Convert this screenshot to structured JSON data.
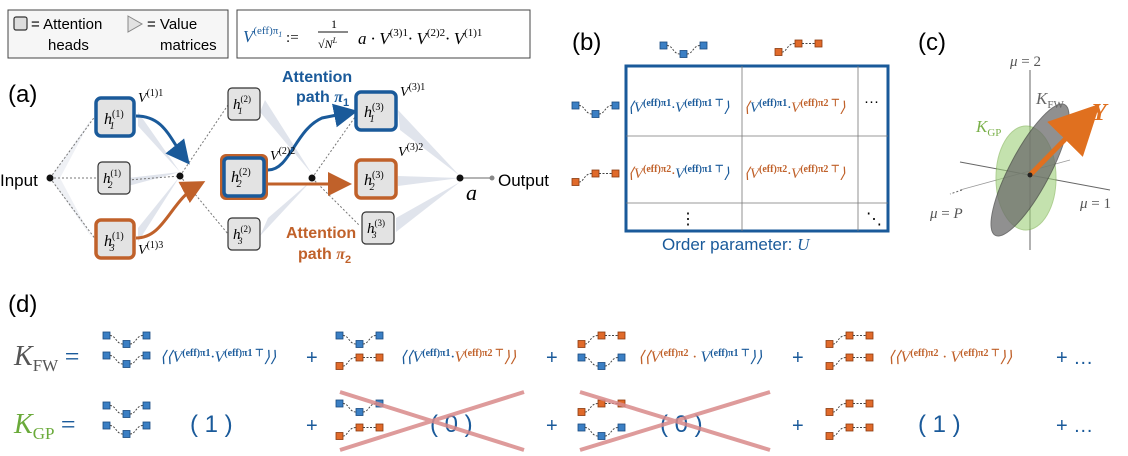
{
  "legend": {
    "attention_heads": "= Attention\nheads",
    "value_matrices": "= Value\nmatrices"
  },
  "formula": {
    "lhs": "V(eff)π1 :=",
    "frac_num": "1",
    "frac_den": "√NL",
    "rhs": "a · V(3)1· V(2)2· V(1)1"
  },
  "panel_a": {
    "label": "(a)",
    "input": "Input",
    "output": "Output",
    "output_symbol": "a",
    "heads": [
      "h1(1)",
      "h2(1)",
      "h3(1)",
      "h1(2)",
      "h2(2)",
      "h3(2)",
      "h1(3)",
      "h2(3)",
      "h3(3)"
    ],
    "v_labels": [
      "V(1)1",
      "V(1)3",
      "V(2)2",
      "V(3)1",
      "V(3)2"
    ],
    "path1_label": [
      "Attention",
      "path π1"
    ],
    "path2_label": [
      "Attention",
      "path π2"
    ]
  },
  "panel_b": {
    "label": "(b)",
    "cells": [
      [
        "⟨V(eff)π1·V(eff)π1 ⊤⟩",
        "⟨V(eff)π1·V(eff)π2 ⊤⟩",
        "···"
      ],
      [
        "⟨V(eff)π2·V(eff)π1 ⊤⟩",
        "⟨V(eff)π2·V(eff)π2 ⊤⟩",
        ""
      ],
      [
        "⋮",
        "",
        "⋱"
      ]
    ],
    "caption": "Order parameter: U"
  },
  "panel_c": {
    "label": "(c)",
    "mu2": "μ = 2",
    "mu1": "μ = 1",
    "muP": "μ = P",
    "kfw": "KFW",
    "kgp": "KGP",
    "y": "Y"
  },
  "panel_d": {
    "label": "(d)",
    "kfw": "KFW",
    "kgp": "KGP",
    "equals": "=",
    "plus": "+",
    "ellipsis": "+ …",
    "kfw_terms": [
      "⟨V(eff)π1·V(eff)π1 ⊤⟩",
      "⟨V(eff)π1·V(eff)π2 ⊤⟩",
      "⟨V(eff)π2·V(eff)π1 ⊤⟩",
      "⟨V(eff)π2·V(eff)π2 ⊤⟩"
    ],
    "kgp_terms": [
      "( 1 )",
      "( 0 )",
      "( 0 )",
      "( 1 )"
    ]
  },
  "colors": {
    "blue": "#1a5a9a",
    "orange": "#c0612a",
    "green": "#7ab04a",
    "cross": "#d98a8a",
    "gray_box": "#e6e6e6"
  }
}
